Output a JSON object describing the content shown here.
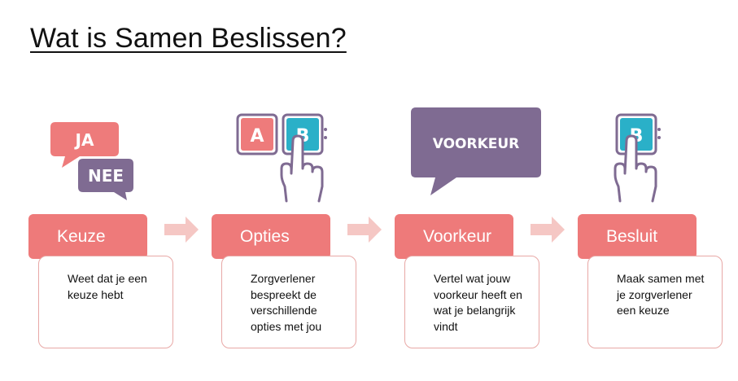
{
  "title": "Wat is Samen Beslissen?",
  "colors": {
    "label_fill": "#ee7a7a",
    "desc_border": "#e8a8a6",
    "arrow_fill": "#f5c7c4",
    "coral": "#ee7b7b",
    "purple": "#7f6b92",
    "teal": "#2ab0c8",
    "hand_stroke": "#6d5a80"
  },
  "icons": {
    "step1": {
      "name": "speech-bubbles-icon",
      "bubble_top": "JA",
      "bubble_bottom": "NEE"
    },
    "step2": {
      "name": "choice-cards-icon",
      "card_left": "A",
      "card_right": "B"
    },
    "step3": {
      "name": "speech-bubble-icon",
      "text": "VOORKEUR"
    },
    "step4": {
      "name": "choice-card-icon",
      "card": "B"
    }
  },
  "steps": [
    {
      "label": "Keuze",
      "description": "Weet dat je een keuze hebt"
    },
    {
      "label": "Opties",
      "description": "Zorgverlener bespreekt de verschillende opties met jou"
    },
    {
      "label": "Voorkeur",
      "description": "Vertel wat jouw voorkeur heeft en wat je belangrijk vindt"
    },
    {
      "label": "Besluit",
      "description": "Maak samen met je zorgverlener een keuze"
    }
  ]
}
